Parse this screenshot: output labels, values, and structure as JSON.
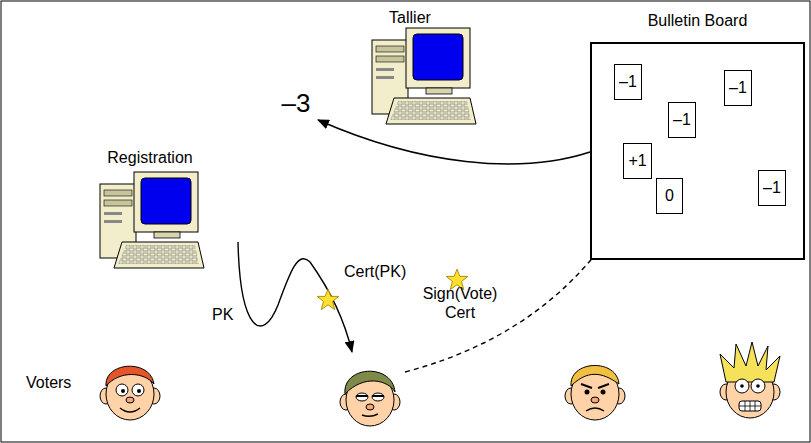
{
  "diagram": {
    "nodes": [
      {
        "text": [
          "Bulletin Board"
        ]
      },
      {
        "text": [
          "–1"
        ],
        "in": 0
      },
      {
        "text": [
          "–1"
        ],
        "in": 0
      },
      {
        "text": [
          "–1"
        ],
        "in": 0
      },
      {
        "text": [
          "+1"
        ],
        "in": 0
      },
      {
        "text": [
          "–1"
        ],
        "in": 0
      },
      {
        "text": [
          "0"
        ],
        "in": 0
      }
    ],
    "labels": [
      "Tallier",
      "–3",
      "Registration",
      "PK",
      "Cert(PK)",
      "Sign(Vote) Cert",
      "Voters"
    ]
  }
}
